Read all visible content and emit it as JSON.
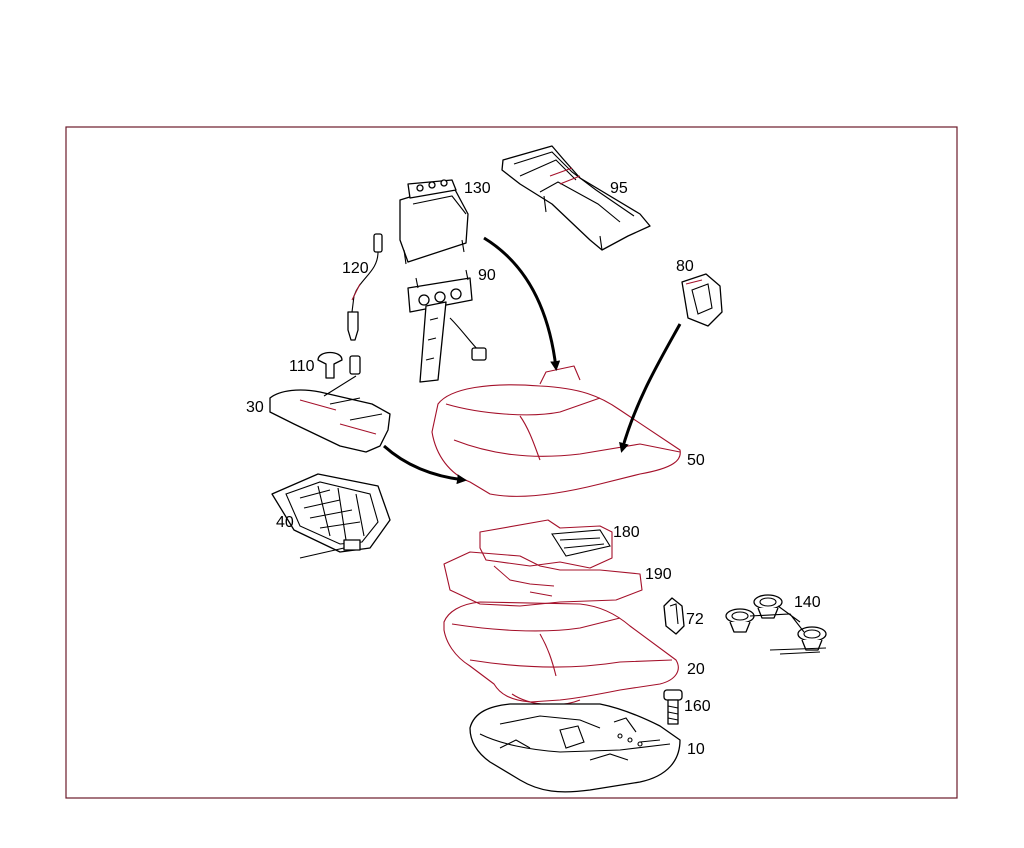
{
  "callouts": {
    "p130": "130",
    "p95": "95",
    "p120": "120",
    "p90": "90",
    "p80": "80",
    "p110": "110",
    "p30": "30",
    "p50": "50",
    "p40": "40",
    "p180": "180",
    "p190": "190",
    "p72": "72",
    "p140": "140",
    "p20": "20",
    "p160": "160",
    "p10": "10"
  },
  "colors": {
    "frame": "#6b1a2a",
    "outline": "#000000",
    "accent": "#a4102a"
  }
}
